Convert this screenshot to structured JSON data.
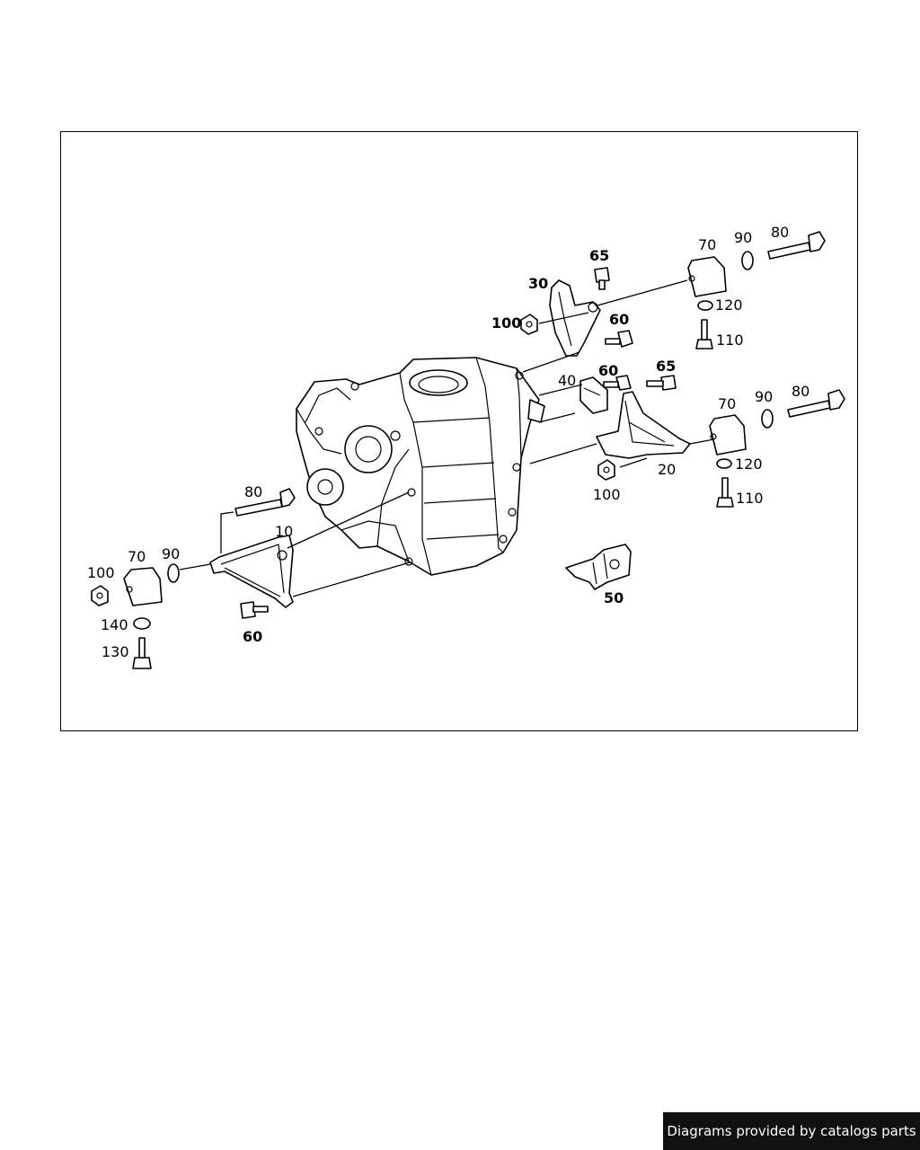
{
  "diagram": {
    "callouts": {
      "front_right": {
        "c30": "30",
        "c65": "65",
        "c100": "100",
        "c60": "60",
        "c70": "70",
        "c90": "90",
        "c80": "80",
        "c120": "120",
        "c110": "110"
      },
      "front_left": {
        "c40": "40",
        "c60": "60",
        "c65": "65",
        "c70": "70",
        "c90": "90",
        "c80": "80",
        "c20": "20",
        "c100": "100",
        "c120": "120",
        "c110": "110"
      },
      "rear": {
        "c80": "80",
        "c10": "10",
        "c100": "100",
        "c70": "70",
        "c90": "90",
        "c140": "140",
        "c130": "130",
        "c60": "60"
      },
      "bracket": {
        "c50": "50"
      }
    }
  },
  "footer": {
    "credit": "Diagrams provided by catalogs parts"
  }
}
